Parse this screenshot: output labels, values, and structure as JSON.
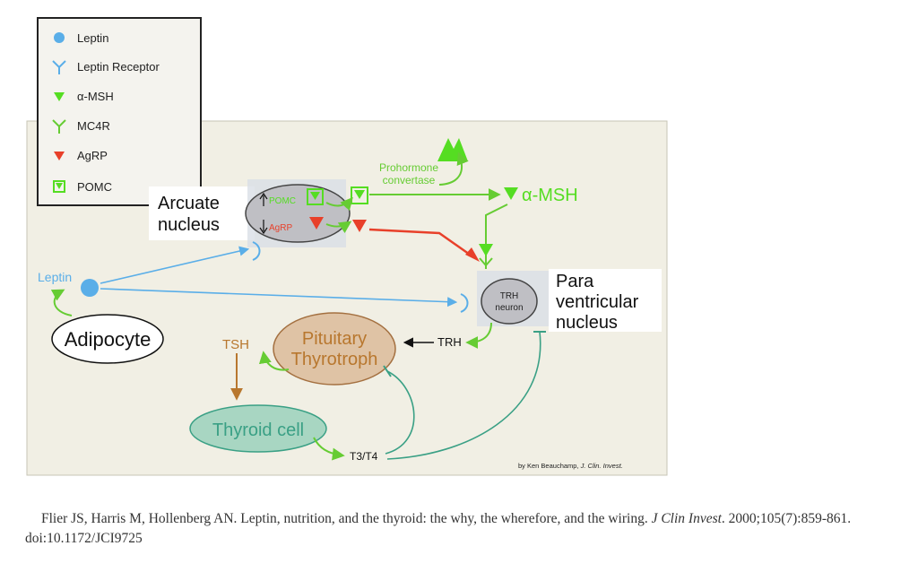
{
  "legend": {
    "items": [
      {
        "label": "Leptin",
        "icon": "leptin-dot-icon"
      },
      {
        "label": "Leptin Receptor",
        "icon": "leptin-receptor-icon"
      },
      {
        "label": "α-MSH",
        "icon": "alpha-msh-triangle-icon"
      },
      {
        "label": "MC4R",
        "icon": "mc4r-receptor-icon"
      },
      {
        "label": "AgRP",
        "icon": "agrp-triangle-icon"
      },
      {
        "label": "POMC",
        "icon": "pomc-icon"
      }
    ]
  },
  "nodes": {
    "arcuate_line1": "Arcuate",
    "arcuate_line2": "nucleus",
    "pomc": "POMC",
    "agrp": "AgRP",
    "prohormone_line1": "Prohormone",
    "prohormone_line2": "convertase",
    "alpha_msh": "α-MSH",
    "leptin": "Leptin",
    "adipocyte": "Adipocyte",
    "trh_neuron_line1": "TRH",
    "trh_neuron_line2": "neuron",
    "para_line1": "Para",
    "para_line2": "ventricular",
    "para_line3": "nucleus",
    "pituitary_line1": "Pituitary",
    "pituitary_line2": "Thyrotroph",
    "trh": "TRH",
    "tsh": "TSH",
    "thyroid_cell": "Thyroid cell",
    "t3t4": "T3/T4",
    "credit_prefix": "by Ken Beauchamp, ",
    "credit_journal": "J. Clin. Invest."
  },
  "colors": {
    "panel_bg": "#f1efe4",
    "leptin_blue": "#5aaee8",
    "green": "#66cc33",
    "bright_green": "#55dd22",
    "red": "#e8402a",
    "brown": "#b8772e",
    "teal": "#3aa085",
    "gray_ellipse": "#bfbfc4"
  },
  "citation": {
    "text_before": "Flier JS, Harris M, Hollenberg AN. Leptin, nutrition, and the thyroid: the why, the wherefore, and the wiring. ",
    "journal": "J Clin Invest",
    "text_after": ". 2000;105(7):859-861. doi:10.1172/JCI9725"
  }
}
